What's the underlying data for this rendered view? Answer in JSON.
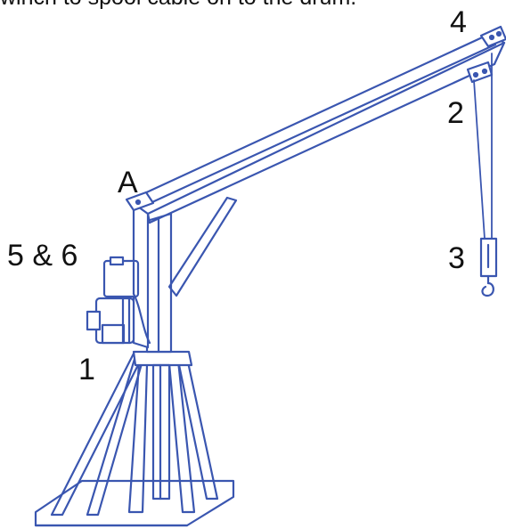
{
  "caption": "winch to spool cable on to the drum.",
  "labels": {
    "A": "A",
    "one": "1",
    "two": "2",
    "three": "3",
    "four": "4",
    "five_six": "5 & 6"
  },
  "colors": {
    "line": "#3a56b0",
    "fill": "#ffffff",
    "text": "#111111"
  }
}
